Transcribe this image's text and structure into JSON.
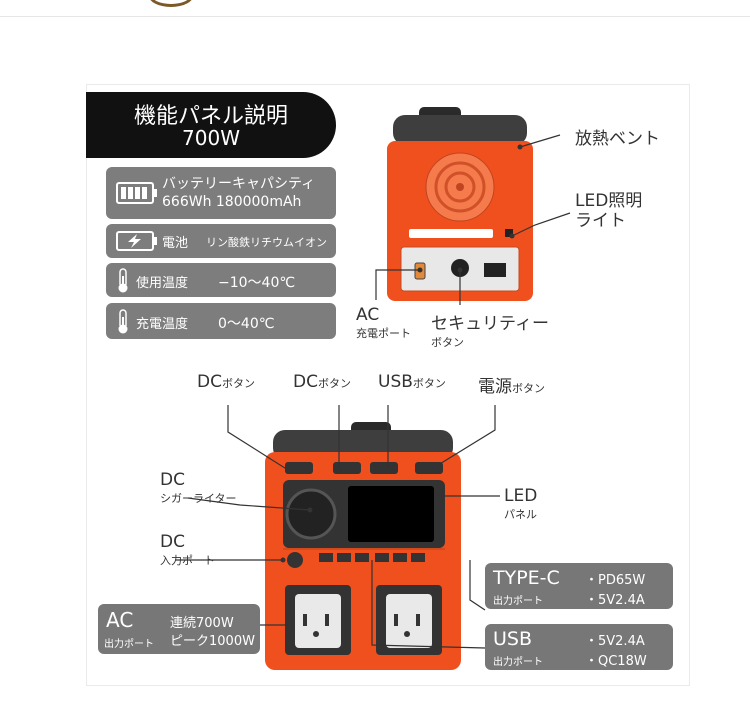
{
  "title": {
    "line1": "機能パネル説明",
    "line2": "700W"
  },
  "specs": {
    "battery": {
      "line1": "バッテリーキャパシティ",
      "line2": "666Wh 180000mAh"
    },
    "cell": {
      "label": "電池",
      "value": "リン酸鉄リチウムイオン"
    },
    "use_temp": {
      "label": "使用温度",
      "value": "−10〜40℃"
    },
    "charge_temp": {
      "label": "充電温度",
      "value": "0〜40℃"
    }
  },
  "back_labels": {
    "vent": "放熱ベント",
    "led_light_1": "LED照明",
    "led_light_2": "ライト",
    "ac_big": "AC",
    "ac_small": "充電ポート",
    "security_big": "セキュリティー",
    "security_small": "ボタン"
  },
  "front_labels": {
    "dc_btn1_big": "DC",
    "dc_btn1_small": "ボタン",
    "dc_btn2_big": "DC",
    "dc_btn2_small": "ボタン",
    "usb_btn_big": "USB",
    "usb_btn_small": "ボタン",
    "power_btn_big": "電源",
    "power_btn_small": "ボタン",
    "cig_big": "DC",
    "cig_small": "シガーライター",
    "dcin_big": "DC",
    "dcin_small": "入力ポート",
    "led_big": "LED",
    "led_small": "パネル"
  },
  "ac_out": {
    "big": "AC",
    "small": "出力ポート",
    "line1": "連続700W",
    "line2": "ピーク1000W"
  },
  "typec_out": {
    "big": "TYPE-C",
    "small": "出力ポート",
    "v1": "・PD65W",
    "v2": "・5V2.4A"
  },
  "usb_out": {
    "big": "USB",
    "small": "出力ポート",
    "v1": "・5V2.4A",
    "v2": "・QC18W"
  },
  "colors": {
    "orange": "#f0501e",
    "dark": "#3a3a3a",
    "gray": "#7d7d7d",
    "black": "#111111"
  }
}
